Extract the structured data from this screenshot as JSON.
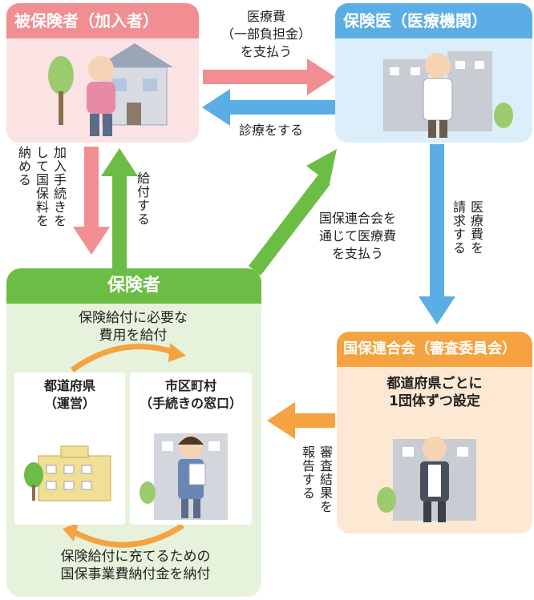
{
  "insured": {
    "title": "被保険者（加入者）"
  },
  "doctor": {
    "title": "保険医（医療機関）"
  },
  "insurer": {
    "title": "保険者",
    "subsidy_label": "保険給付に必要な\n費用を給付",
    "payment_label": "保険給付に充てるための\n国保事業費納付金を納付",
    "prefecture": "都道府県\n（運営）",
    "municipality": "市区町村\n（手続きの窓口）"
  },
  "federation": {
    "title": "国保連合会（審査委員会）",
    "body": "都道府県ごとに\n1団体ずつ設定"
  },
  "arrows": {
    "pay_medical_fee": "医療費\n（一部負担金）\nを支払う",
    "provide_care": "診療をする",
    "enroll_pay": "加入手続きを\nして国保料を\n納める",
    "benefit": "給付する",
    "pay_via_federation": "国保連合会を\n通じて医療費\nを支払う",
    "claim_fee": "医療費を\n請求する",
    "report_result": "審査結果を\n報告する"
  },
  "colors": {
    "pink": "#f08e92",
    "pink_bg": "#fbe3e4",
    "blue": "#5aaee5",
    "blue_bg": "#dceef9",
    "green": "#6cbd45",
    "green_bg": "#e7f2dd",
    "orange": "#f4a340",
    "orange_bg": "#fde9d3"
  }
}
